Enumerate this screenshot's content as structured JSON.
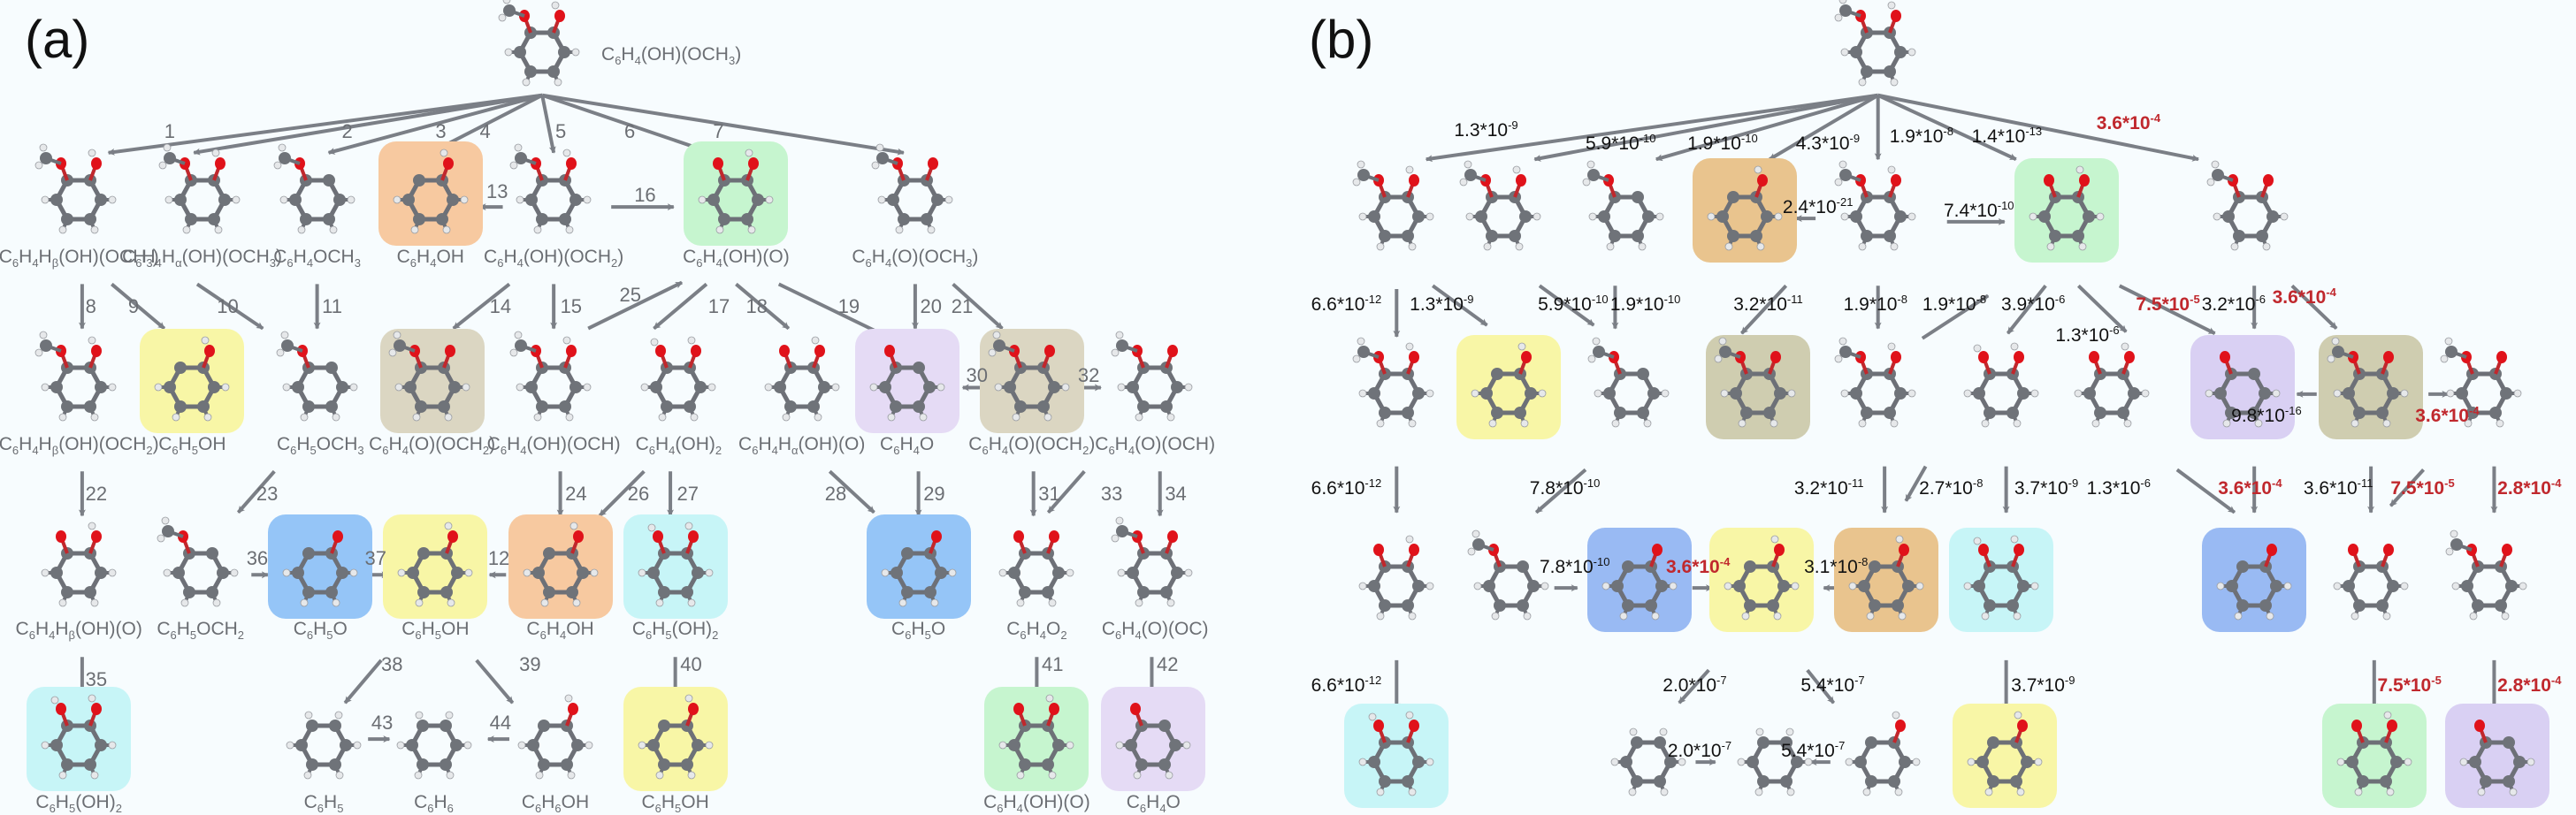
{
  "panels": {
    "a": "(a)",
    "b": "(b)"
  },
  "colors": {
    "orange": "#f7c9a0",
    "green": "#c6f5cf",
    "yellow": "#f8f6a6",
    "tan": "#dbd6c2",
    "purple": "#e5dbf5",
    "blue": "#95c5f7",
    "cyan": "#c7f5f7",
    "orange_b": "#e9c48e",
    "tan_b": "#cfcdb0",
    "purple_b": "#d9d0f3",
    "blue_b": "#99baf3",
    "highlight_rate": "#c0282d"
  },
  "panel_a": {
    "root": {
      "formula": "C6H4(OH)(OCH3)"
    },
    "molecules": [
      {
        "id": "a1",
        "formula": "C6H4Hβ(OH)(OCH3)",
        "type": "guaiacol",
        "box": null
      },
      {
        "id": "a2",
        "formula": "C6H4Hα(OH)(OCH3)",
        "type": "guaiacol",
        "box": null
      },
      {
        "id": "a3",
        "formula": "C6H4OCH3",
        "type": "anisyl",
        "box": null
      },
      {
        "id": "a4",
        "formula": "C6H4OH",
        "type": "phenyl-oh",
        "box": "orange"
      },
      {
        "id": "a5",
        "formula": "C6H4(OH)(OCH2)",
        "type": "guaiacol",
        "box": null
      },
      {
        "id": "a6",
        "formula": "C6H4(OH)(O)",
        "type": "catechol-rad",
        "box": "green"
      },
      {
        "id": "a7",
        "formula": "C6H4(O)(OCH3)",
        "type": "guaiacol-o",
        "box": null
      },
      {
        "id": "a8",
        "formula": "C6H4Hβ(OH)(OCH2)",
        "type": "guaiacol",
        "box": null
      },
      {
        "id": "a9",
        "formula": "C6H5OH",
        "type": "phenol",
        "box": "yellow"
      },
      {
        "id": "a10",
        "formula": "C6H5OCH3",
        "type": "anisyl",
        "box": null
      },
      {
        "id": "a11",
        "formula": "C6H4(O)(OCH2)",
        "type": "guaiacol-o",
        "box": "tan"
      },
      {
        "id": "a12",
        "formula": "C6H4(OH)(OCH)",
        "type": "guaiacol",
        "box": null
      },
      {
        "id": "a13",
        "formula": "C6H4(OH)2",
        "type": "catechol",
        "box": null
      },
      {
        "id": "a14",
        "formula": "C6H4Hα(OH)(O)",
        "type": "catechol-rad",
        "box": null
      },
      {
        "id": "a15",
        "formula": "C6H4O",
        "type": "phenoxy-only",
        "box": "purple"
      },
      {
        "id": "a16",
        "formula": "C6H4(O)(OCH2)",
        "type": "guaiacol-o",
        "box": "tan"
      },
      {
        "id": "a17",
        "formula": "C6H4(O)(OCH)",
        "type": "guaiacol-o",
        "box": null
      },
      {
        "id": "a18",
        "formula": "C6H4Hβ(OH)(O)",
        "type": "catechol-rad",
        "box": null
      },
      {
        "id": "a19",
        "formula": "C6H5OCH2",
        "type": "anisyl",
        "box": null
      },
      {
        "id": "a20",
        "formula": "C6H5O",
        "type": "phenoxy",
        "box": "blue"
      },
      {
        "id": "a21",
        "formula": "C6H5OH",
        "type": "phenol",
        "box": "yellow"
      },
      {
        "id": "a22",
        "formula": "C6H4OH",
        "type": "phenyl-oh",
        "box": "orange"
      },
      {
        "id": "a23",
        "formula": "C6H5(OH)2",
        "type": "catechol",
        "box": "cyan"
      },
      {
        "id": "a24",
        "formula": "C6H5O",
        "type": "phenoxy",
        "box": "blue"
      },
      {
        "id": "a25",
        "formula": "C6H4O2",
        "type": "quinone",
        "box": null
      },
      {
        "id": "a26",
        "formula": "C6H4(O)(OC)",
        "type": "guaiacol-o",
        "box": null
      },
      {
        "id": "a27",
        "formula": "C6H5(OH)2",
        "type": "catechol",
        "box": "cyan"
      },
      {
        "id": "a28",
        "formula": "C6H5",
        "type": "benzene",
        "box": null
      },
      {
        "id": "a29",
        "formula": "C6H6",
        "type": "benzene",
        "box": null
      },
      {
        "id": "a30",
        "formula": "C6H6OH",
        "type": "phenol",
        "box": null
      },
      {
        "id": "a31",
        "formula": "C6H5OH",
        "type": "phenol",
        "box": "yellow"
      },
      {
        "id": "a32",
        "formula": "C6H4(OH)(O)",
        "type": "catechol-rad",
        "box": "green"
      },
      {
        "id": "a33",
        "formula": "C6H4O",
        "type": "phenoxy-only",
        "box": "purple"
      }
    ],
    "reactions": [
      "1",
      "2",
      "3",
      "4",
      "5",
      "6",
      "7",
      "8",
      "9",
      "10",
      "11",
      "12",
      "13",
      "14",
      "15",
      "16",
      "17",
      "18",
      "19",
      "20",
      "21",
      "22",
      "23",
      "24",
      "25",
      "26",
      "27",
      "28",
      "29",
      "30",
      "31",
      "32",
      "33",
      "34",
      "35",
      "36",
      "37",
      "38",
      "39",
      "40",
      "41",
      "42",
      "43",
      "44"
    ]
  },
  "panel_b": {
    "rates": [
      {
        "id": "r1",
        "mantissa": "1.3",
        "exp": "-9",
        "highlight": false
      },
      {
        "id": "r2",
        "mantissa": "5.9",
        "exp": "-10",
        "highlight": false
      },
      {
        "id": "r3",
        "mantissa": "1.9",
        "exp": "-10",
        "highlight": false
      },
      {
        "id": "r4",
        "mantissa": "4.3",
        "exp": "-9",
        "highlight": false
      },
      {
        "id": "r5",
        "mantissa": "1.9",
        "exp": "-8",
        "highlight": false
      },
      {
        "id": "r6",
        "mantissa": "1.4",
        "exp": "-13",
        "highlight": false
      },
      {
        "id": "r7",
        "mantissa": "3.6",
        "exp": "-4",
        "highlight": true
      },
      {
        "id": "r13",
        "mantissa": "2.4",
        "exp": "-21",
        "highlight": false
      },
      {
        "id": "r16",
        "mantissa": "7.4",
        "exp": "-10",
        "highlight": false
      },
      {
        "id": "r8",
        "mantissa": "6.6",
        "exp": "-12",
        "highlight": false
      },
      {
        "id": "r9",
        "mantissa": "1.3",
        "exp": "-9",
        "highlight": false
      },
      {
        "id": "r10",
        "mantissa": "5.9",
        "exp": "-10",
        "highlight": false
      },
      {
        "id": "r11",
        "mantissa": "1.9",
        "exp": "-10",
        "highlight": false
      },
      {
        "id": "r14",
        "mantissa": "3.2",
        "exp": "-11",
        "highlight": false
      },
      {
        "id": "r15",
        "mantissa": "1.9",
        "exp": "-8",
        "highlight": false
      },
      {
        "id": "r25",
        "mantissa": "1.9",
        "exp": "-8",
        "highlight": false
      },
      {
        "id": "r17",
        "mantissa": "3.9",
        "exp": "-6",
        "highlight": false
      },
      {
        "id": "r18",
        "mantissa": "1.3",
        "exp": "-6",
        "highlight": false
      },
      {
        "id": "r19",
        "mantissa": "7.5",
        "exp": "-5",
        "highlight": true
      },
      {
        "id": "r20",
        "mantissa": "3.2",
        "exp": "-6",
        "highlight": false
      },
      {
        "id": "r21",
        "mantissa": "3.6",
        "exp": "-4",
        "highlight": true
      },
      {
        "id": "r30",
        "mantissa": "9.8",
        "exp": "-16",
        "highlight": false
      },
      {
        "id": "r32",
        "mantissa": "3.6",
        "exp": "-4",
        "highlight": true
      },
      {
        "id": "r22",
        "mantissa": "6.6",
        "exp": "-12",
        "highlight": false
      },
      {
        "id": "r23",
        "mantissa": "7.8",
        "exp": "-10",
        "highlight": false
      },
      {
        "id": "r24",
        "mantissa": "3.2",
        "exp": "-11",
        "highlight": false
      },
      {
        "id": "r26",
        "mantissa": "2.7",
        "exp": "-8",
        "highlight": false
      },
      {
        "id": "r27",
        "mantissa": "3.7",
        "exp": "-9",
        "highlight": false
      },
      {
        "id": "r28",
        "mantissa": "1.3",
        "exp": "-6",
        "highlight": false
      },
      {
        "id": "r29",
        "mantissa": "3.6",
        "exp": "-4",
        "highlight": true
      },
      {
        "id": "r31",
        "mantissa": "3.6",
        "exp": "-11",
        "highlight": false
      },
      {
        "id": "r33",
        "mantissa": "7.5",
        "exp": "-5",
        "highlight": true
      },
      {
        "id": "r34",
        "mantissa": "2.8",
        "exp": "-4",
        "highlight": true
      },
      {
        "id": "r36",
        "mantissa": "7.8",
        "exp": "-10",
        "highlight": false
      },
      {
        "id": "r37",
        "mantissa": "3.6",
        "exp": "-4",
        "highlight": true
      },
      {
        "id": "r12",
        "mantissa": "3.1",
        "exp": "-8",
        "highlight": false
      },
      {
        "id": "r35",
        "mantissa": "6.6",
        "exp": "-12",
        "highlight": false
      },
      {
        "id": "r38",
        "mantissa": "2.0",
        "exp": "-7",
        "highlight": false
      },
      {
        "id": "r39",
        "mantissa": "5.4",
        "exp": "-7",
        "highlight": false
      },
      {
        "id": "r43",
        "mantissa": "2.0",
        "exp": "-7",
        "highlight": false
      },
      {
        "id": "r44",
        "mantissa": "5.4",
        "exp": "-7",
        "highlight": false
      },
      {
        "id": "r40",
        "mantissa": "3.7",
        "exp": "-9",
        "highlight": false
      },
      {
        "id": "r41",
        "mantissa": "7.5",
        "exp": "-5",
        "highlight": true
      },
      {
        "id": "r42",
        "mantissa": "2.8",
        "exp": "-4",
        "highlight": true
      }
    ]
  }
}
